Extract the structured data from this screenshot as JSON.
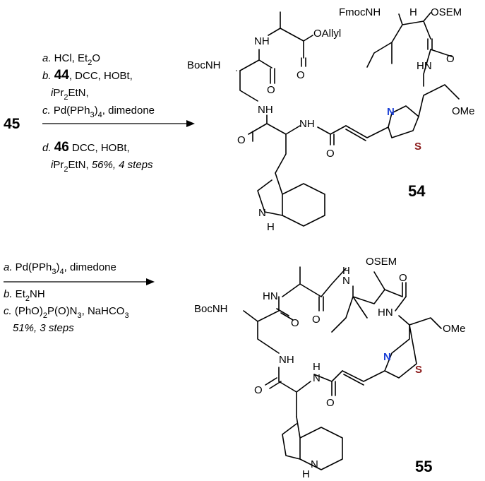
{
  "step1": {
    "start": "45",
    "a": {
      "tag": "a.",
      "text": " HCl, Et",
      "sub": "2",
      "end": "O"
    },
    "b": {
      "tag": "b.",
      "bold": "44",
      "text": ", DCC, HOBt,"
    },
    "b2": {
      "pre": "i",
      "text": "Pr",
      "sub": "2",
      "end": "EtN,"
    },
    "c": {
      "tag": "c.",
      "text": " Pd(PPh",
      "sub": "3",
      "end": ")",
      "sub2": "4",
      "end2": ", dimedone"
    },
    "d": {
      "tag": "d.",
      "bold": "46",
      "text": " DCC, HOBt,"
    },
    "d2": {
      "pre": "i",
      "text": "Pr",
      "sub": "2",
      "end": "EtN, ",
      "yield": "56%, 4 steps"
    }
  },
  "step2": {
    "a": {
      "tag": "a.",
      "text": " Pd(PPh",
      "sub": "3",
      "end": ")",
      "sub2": "4",
      "end2": ", dimedone"
    },
    "b": {
      "tag": "b.",
      "text": " Et",
      "sub": "2",
      "end": "NH"
    },
    "c": {
      "tag": "c.",
      "text": " (PhO)",
      "sub": "2",
      "mid": "P(O)N",
      "sub2": "3",
      "end": ", NaHCO",
      "sub3": "3"
    },
    "yield": "51%, 3 steps"
  },
  "compound54": {
    "id": "54",
    "labels": {
      "fmocnh": "FmocNH",
      "h": "H",
      "osem": "OSEM",
      "oallyl": "OAllyl",
      "nh1": "NH",
      "o1": "O",
      "bocnh": "BocNH",
      "o2": "O",
      "o3": "O",
      "hn": "HN",
      "nh2": "NH",
      "n": "N",
      "s": "S",
      "ome": "OMe",
      "o4": "O",
      "nh3": "NH",
      "o5": "O",
      "indole_h": "H",
      "indole_n": "N"
    }
  },
  "compound55": {
    "id": "55",
    "labels": {
      "osem": "OSEM",
      "h": "H",
      "n1": "N",
      "hn1": "HN",
      "o1": "O",
      "o2": "O",
      "bocnh": "BocNH",
      "o3": "O",
      "hn2": "HN",
      "ome": "OMe",
      "n": "N",
      "s": "S",
      "nh": "NH",
      "h2": "H",
      "n2": "N",
      "o4": "O",
      "o5": "O",
      "indole_h": "H",
      "indole_n": "N"
    }
  },
  "colors": {
    "nitrogen": "#1a3fd6",
    "sulfur": "#8b1a1a"
  }
}
